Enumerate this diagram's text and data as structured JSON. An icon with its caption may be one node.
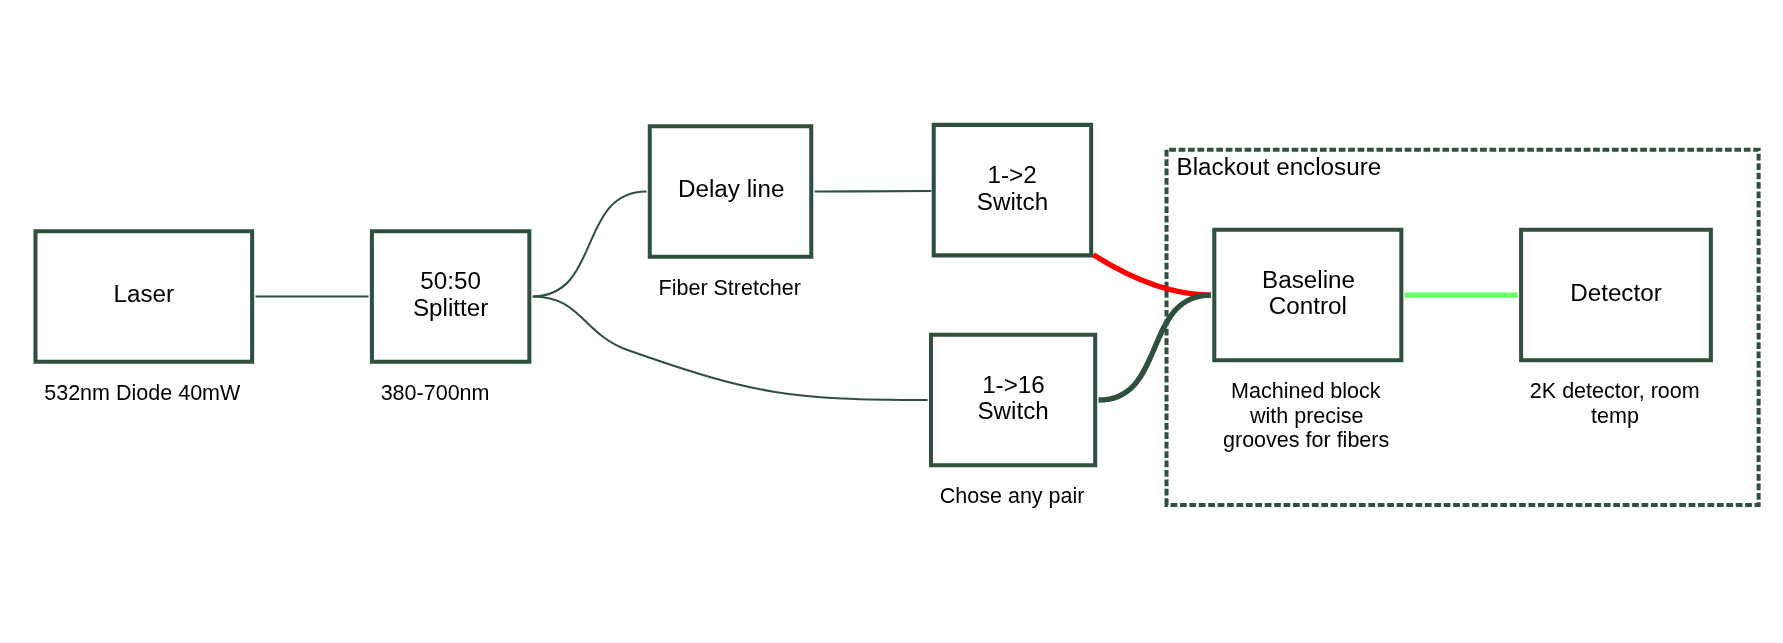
{
  "diagram": {
    "nodes": [
      {
        "text": [
          "Laser"
        ],
        "beside": [
          "532nm Diode 40mW"
        ]
      },
      {
        "text": [
          "50:50 Splitter"
        ],
        "beside": [
          "380-700nm"
        ]
      },
      {
        "text": [
          "Delay line"
        ],
        "beside": [
          "Fiber Stretcher"
        ]
      },
      {
        "text": [
          "1->2 Switch"
        ]
      },
      {
        "text": [
          "1->16 Switch"
        ],
        "beside": [
          "Chose any pair"
        ]
      },
      {
        "text": [
          "Blackout enclosure"
        ]
      },
      {
        "text": [
          "Baseline Control"
        ],
        "in": 5,
        "beside": [
          "Machined block with precise grooves for fibers"
        ]
      },
      {
        "text": [
          "Detector"
        ],
        "in": 5,
        "beside": [
          "2K detector, room temp"
        ]
      }
    ],
    "edges": [
      {
        "from": 0,
        "to": 1,
        "arrow": "none"
      },
      {
        "from": 1,
        "to": 2,
        "arrow": "none"
      },
      {
        "from": 1,
        "to": 4,
        "arrow": "none"
      },
      {
        "from": 2,
        "to": 3,
        "arrow": "none"
      },
      {
        "from": 3,
        "to": 6,
        "arrow": "none",
        "style": "thick",
        "color": "#ff0000"
      },
      {
        "from": 4,
        "to": 6,
        "arrow": "none",
        "style": "thick"
      },
      {
        "from": 6,
        "to": 7,
        "arrow": "none",
        "style": "thick",
        "color": "#66ff66"
      }
    ]
  }
}
